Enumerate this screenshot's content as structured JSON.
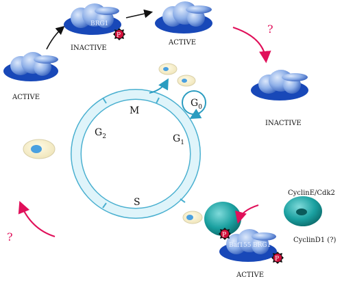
{
  "labels": {
    "active": "ACTIVE",
    "inactive": "INACTIVE",
    "brg1": "BRG1",
    "baf155": "Baf155",
    "phospho": "P",
    "question": "?"
  },
  "cycle": {
    "phases": {
      "m": "M",
      "g1": "G",
      "g1_sub": "1",
      "g2": "G",
      "g2_sub": "2",
      "s": "S",
      "g0": "G",
      "g0_sub": "0"
    }
  },
  "cyclins": {
    "cyclinE_cdk2": "CyclinE/Cdk2",
    "cyclinD1": "CyclinD1 (?)"
  },
  "colors": {
    "complex_base": "#1848b8",
    "subunit_light": "#8fb0e8",
    "ring": "#4ab0d0",
    "ring_fill": "#dff4fa",
    "arrow_pink": "#e0105a",
    "arrow_cycle": "#2a9cc0",
    "phospho": "#d0103a",
    "cyclin": "#1a9a9a"
  }
}
